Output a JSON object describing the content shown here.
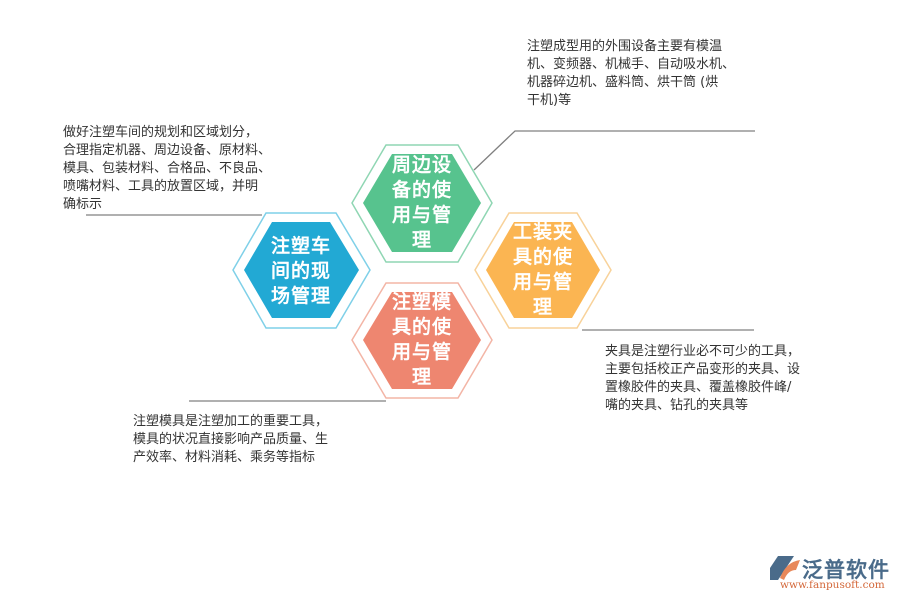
{
  "diagram": {
    "hexagons": [
      {
        "id": "workshop",
        "label": "注塑车\n间的现\n场管理",
        "color": "#22a9d4",
        "outline": "#7fd0e8"
      },
      {
        "id": "peripheral",
        "label": "周边设\n备的使\n用与管\n理",
        "color": "#57c38e",
        "outline": "#8fd6b3"
      },
      {
        "id": "fixture",
        "label": "工装夹\n具的使\n用与管\n理",
        "color": "#fbb552",
        "outline": "#f8d29a"
      },
      {
        "id": "mold",
        "label": "注塑模\n具的使\n用与管\n理",
        "color": "#ee8670",
        "outline": "#f3b5a6"
      }
    ],
    "notes": {
      "workshop": "做好注塑车间的规划和区域划分，\n合理指定机器、周边设备、原材料、\n模具、包装材料、合格品、不良品、\n喷嘴材料、工具的放置区域，并明\n确标示",
      "peripheral": "注塑成型用的外围设备主要有模温\n机、变频器、机械手、自动吸水机、\n机器碎边机、盛料筒、烘干筒 (烘\n干机)等",
      "fixture": "夹具是注塑行业必不可少的工具，\n主要包括校正产品变形的夹具、设\n置橡胶件的夹具、覆盖橡胶件峰/\n嘴的夹具、钻孔的夹具等",
      "mold": "注塑模具是注塑加工的重要工具，\n模具的状况直接影响产品质量、生\n产效率、材料消耗、乘务等指标"
    },
    "connector_color": "#808080"
  },
  "logo": {
    "name": "泛普软件",
    "url": "www.fanpusoft.com",
    "colors": {
      "blue": "#4a6b8a",
      "orange": "#e8885a"
    }
  }
}
